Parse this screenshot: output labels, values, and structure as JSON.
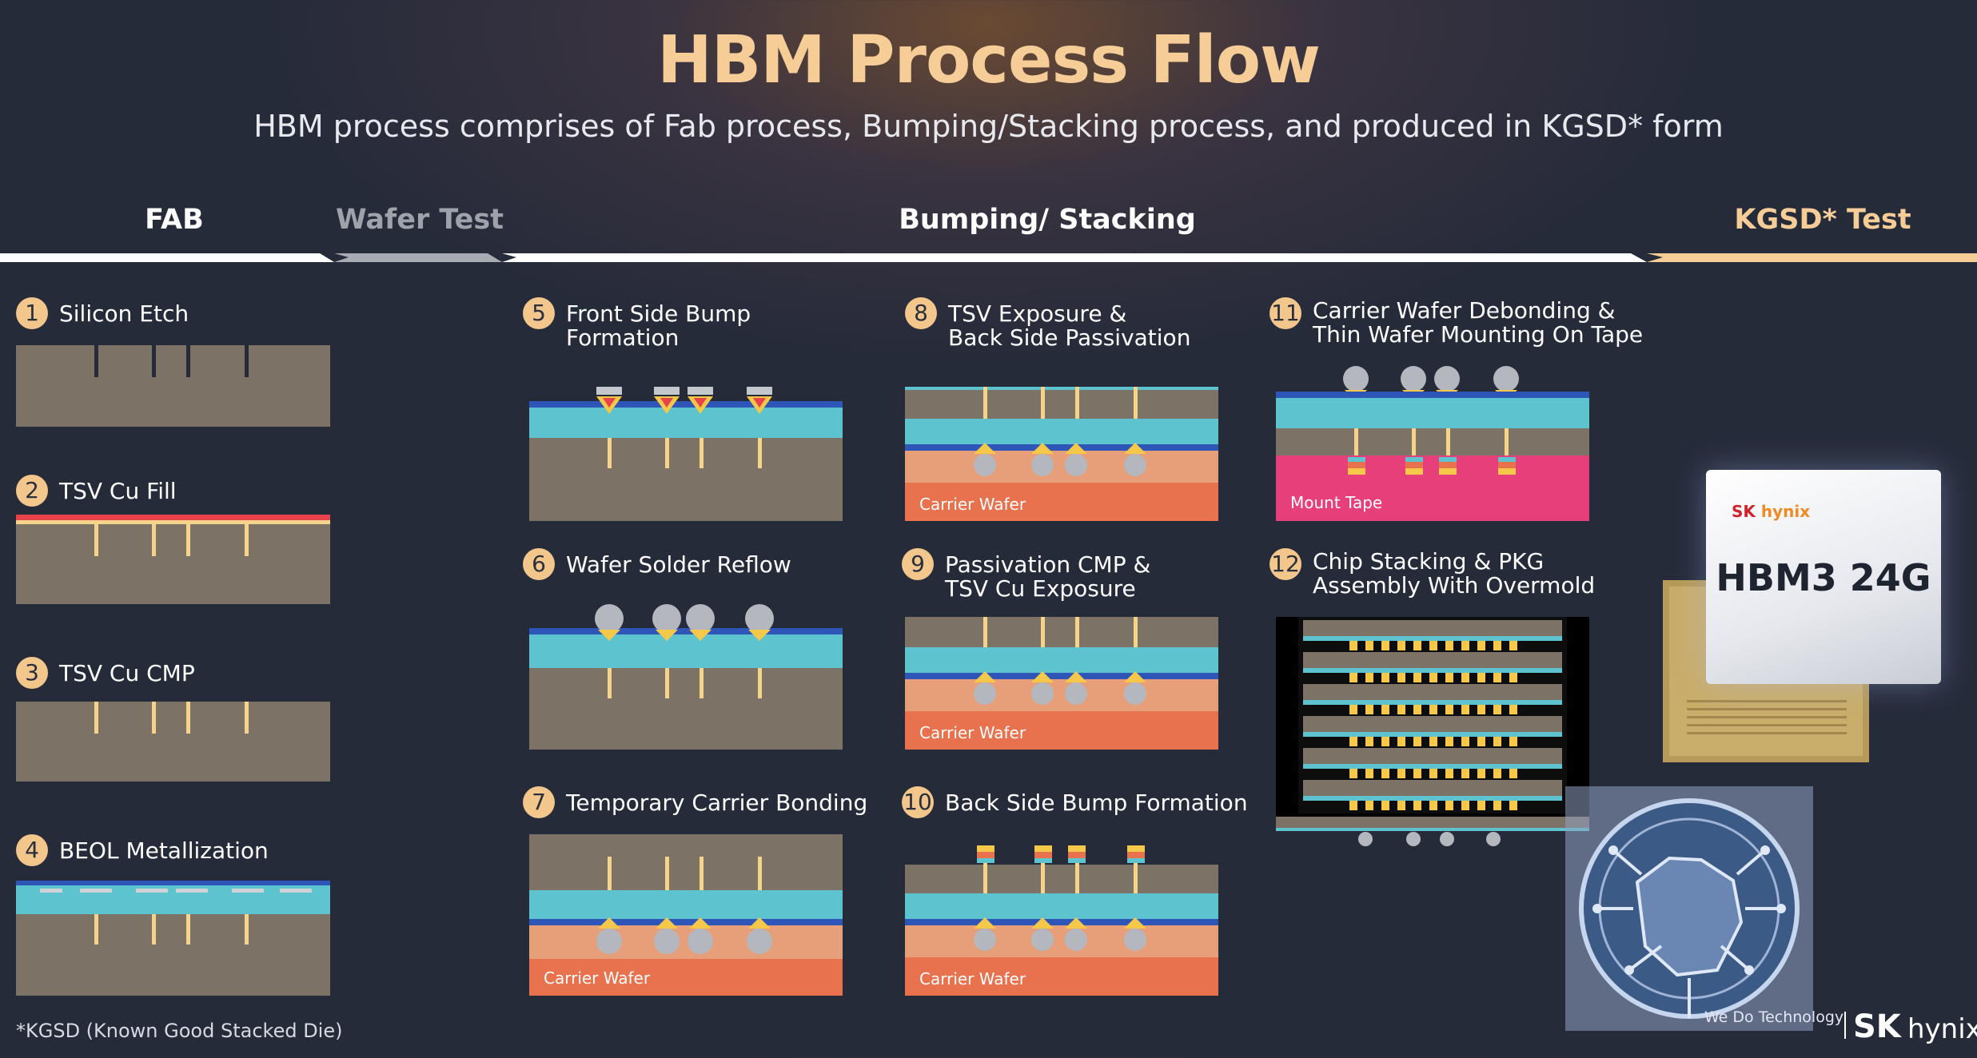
{
  "header": {
    "title": "HBM Process Flow",
    "subtitle": "HBM process comprises of Fab process, Bumping/Stacking process, and produced in KGSD* form"
  },
  "phases": [
    {
      "label": "FAB",
      "color": "#ffffff"
    },
    {
      "label": "Wafer Test",
      "color": "#9ea2ab"
    },
    {
      "label": "Bumping/ Stacking",
      "color": "#ffffff"
    },
    {
      "label": "KGSD* Test",
      "color": "#f6cd97"
    }
  ],
  "steps": [
    {
      "num": "1",
      "title": "Silicon Etch"
    },
    {
      "num": "2",
      "title": "TSV Cu Fill"
    },
    {
      "num": "3",
      "title": "TSV Cu CMP"
    },
    {
      "num": "4",
      "title": "BEOL Metallization"
    },
    {
      "num": "5",
      "title": "Front Side Bump",
      "title2": "Formation"
    },
    {
      "num": "6",
      "title": "Wafer Solder Reflow"
    },
    {
      "num": "7",
      "title": "Temporary Carrier Bonding"
    },
    {
      "num": "8",
      "title": "TSV Exposure &",
      "title2": "Back Side Passivation"
    },
    {
      "num": "9",
      "title": "Passivation CMP &",
      "title2": "TSV Cu Exposure"
    },
    {
      "num": "10",
      "title": "Back Side Bump Formation"
    },
    {
      "num": "11",
      "title": "Carrier Wafer Debonding &",
      "title2": "Thin Wafer Mounting On Tape"
    },
    {
      "num": "12",
      "title": "Chip Stacking & PKG",
      "title2": "Assembly With Overmold"
    }
  ],
  "diagram_labels": {
    "carrier_wafer": "Carrier Wafer",
    "mount_tape": "Mount Tape"
  },
  "product": {
    "brand_sk": "SK",
    "brand_hynix": "hynix",
    "name": "HBM3 24G"
  },
  "footnote": "*KGSD (Known Good Stacked Die)",
  "logo": {
    "slogan": "We Do Technology",
    "sk": "SK",
    "hynix": "hynix"
  },
  "colors": {
    "title": "#f6cd97",
    "silicon": "#7c7265",
    "tsv_copper": "#f6d38b",
    "beol_cyan": "#5cc3cf",
    "metal_blue": "#2d56b8",
    "bump_grey": "#b4b8be",
    "solder_yellow": "#f5c84a",
    "solder_red": "#e8424a",
    "carrier_orange": "#e8714e",
    "adhesive_peach": "#e79f79",
    "mount_tape_pink": "#e63f7a",
    "step_badge": "#f3c68c"
  }
}
